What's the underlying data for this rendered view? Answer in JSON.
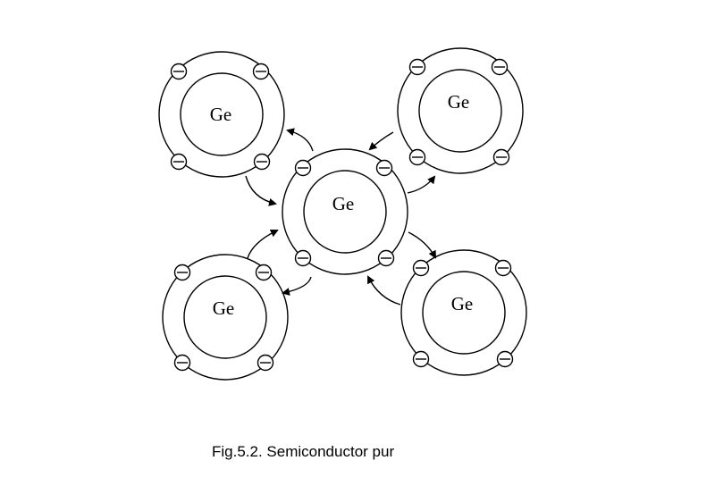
{
  "diagram": {
    "atoms": [
      {
        "id": "top-left",
        "label": "Ge"
      },
      {
        "id": "top-right",
        "label": "Ge"
      },
      {
        "id": "center",
        "label": "Ge"
      },
      {
        "id": "bottom-left",
        "label": "Ge"
      },
      {
        "id": "bottom-right",
        "label": "Ge"
      }
    ],
    "electrons_per_atom": 4,
    "bonds": [
      {
        "from": "center",
        "to": "top-left"
      },
      {
        "from": "top-left",
        "to": "center"
      },
      {
        "from": "top-right",
        "to": "center"
      },
      {
        "from": "center",
        "to": "top-right"
      },
      {
        "from": "bottom-left",
        "to": "center"
      },
      {
        "from": "center",
        "to": "bottom-left"
      },
      {
        "from": "center",
        "to": "bottom-right"
      },
      {
        "from": "bottom-right",
        "to": "center"
      }
    ],
    "stroke_color": "#000000"
  },
  "caption": "Fig.5.2. Semiconductor pur"
}
